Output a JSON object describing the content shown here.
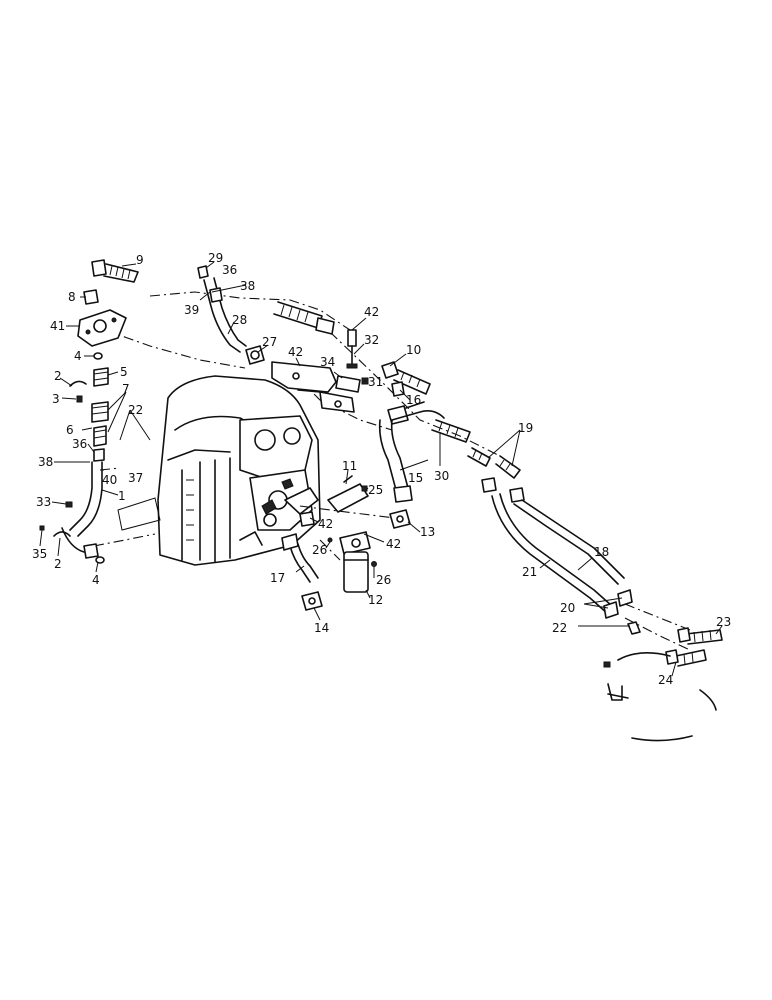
{
  "callouts": {
    "c1": "1",
    "c2a": "2",
    "c2b": "2",
    "c3": "3",
    "c4a": "4",
    "c4b": "4",
    "c5": "5",
    "c6": "6",
    "c7": "7",
    "c8": "8",
    "c9": "9",
    "c10": "10",
    "c11": "11",
    "c12": "12",
    "c13": "13",
    "c14": "14",
    "c15": "15",
    "c16": "16",
    "c17": "17",
    "c18": "18",
    "c19": "19",
    "c20": "20",
    "c21": "21",
    "c22a": "22",
    "c22b": "22",
    "c23": "23",
    "c24": "24",
    "c25": "25",
    "c26a": "26",
    "c26b": "26",
    "c27": "27",
    "c28": "28",
    "c29": "29",
    "c30": "30",
    "c31": "31",
    "c32": "32",
    "c33": "33",
    "c34": "34",
    "c35": "35",
    "c36a": "36",
    "c36b": "36",
    "c37": "37",
    "c38a": "38",
    "c38b": "38",
    "c39": "39",
    "c40": "40",
    "c41": "41",
    "c42a": "42",
    "c42b": "42",
    "c42c": "42",
    "c42d": "42"
  },
  "colors": {
    "ink": "#111111",
    "paper": "#ffffff"
  }
}
